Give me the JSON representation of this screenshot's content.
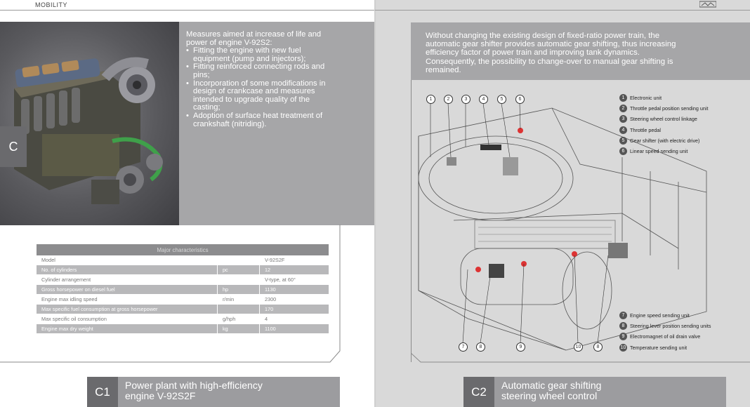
{
  "header": {
    "section": "MOBILITY"
  },
  "left": {
    "tab_letter": "C",
    "measures_intro": "Measures aimed at increase of life and power of engine V-92S2:",
    "measures": [
      "Fitting the engine with new fuel equipment (pump and injectors);",
      "Fitting reinforced connecting rods and pins;",
      "Incorporation of some modifications in design of crankcase and measures intended to upgrade quality of the casting;",
      "Adoption of surface heat treatment of crankshaft (nitriding)."
    ],
    "table": {
      "title": "Major characteristics",
      "rows": [
        [
          "Model",
          "",
          "V-92S2F"
        ],
        [
          "No. of cylinders",
          "pc",
          "12"
        ],
        [
          "Cylinder arrangement",
          "",
          "V-type, at 60°"
        ],
        [
          "Gross horsepower on diesel fuel",
          "hp",
          "1130"
        ],
        [
          "Engine max idling speed",
          "r/min",
          "2300"
        ],
        [
          "Max specific fuel consumption at gross horsepower",
          "",
          "170"
        ],
        [
          "Max specific oil consumption",
          "g/hph",
          "4"
        ],
        [
          "Engine max dry weight",
          "kg",
          "1100"
        ]
      ]
    },
    "footer": {
      "code": "C1",
      "title_line1": "Power plant with high-efficiency",
      "title_line2": "engine V-92S2F"
    }
  },
  "right": {
    "description": "Without changing the existing design of fixed-ratio power train, the automatic gear shifter provides automatic gear shifting, thus increasing efficiency factor of power train and improving tank dynamics. Consequently, the possibility to change-over to manual gear shifting is remained.",
    "legend_top": [
      {
        "n": "1",
        "label": "Electronic unit"
      },
      {
        "n": "2",
        "label": "Throttle pedal position sending unit"
      },
      {
        "n": "3",
        "label": "Steering wheel control linkage"
      },
      {
        "n": "4",
        "label": "Throttle pedal"
      },
      {
        "n": "5",
        "label": "Gear shifter (with electric drive)"
      },
      {
        "n": "6",
        "label": "Linear speed sending unit"
      }
    ],
    "legend_bottom": [
      {
        "n": "7",
        "label": "Engine speed sending unit"
      },
      {
        "n": "8",
        "label": "Steering lever position sending units"
      },
      {
        "n": "9",
        "label": "Electromagnet of oil drain valve"
      },
      {
        "n": "10",
        "label": "Temperature sending unit"
      }
    ],
    "callouts_top": [
      "1",
      "2",
      "3",
      "4",
      "5",
      "6"
    ],
    "callouts_bottom": [
      "7",
      "8",
      "9",
      "10",
      "8"
    ],
    "footer": {
      "code": "C2",
      "title_line1": "Automatic gear shifting",
      "title_line2": "steering wheel control"
    }
  },
  "colors": {
    "panel": "#a6a6a8",
    "dark": "#6a6a6d",
    "table_header": "#8c8c8e"
  }
}
